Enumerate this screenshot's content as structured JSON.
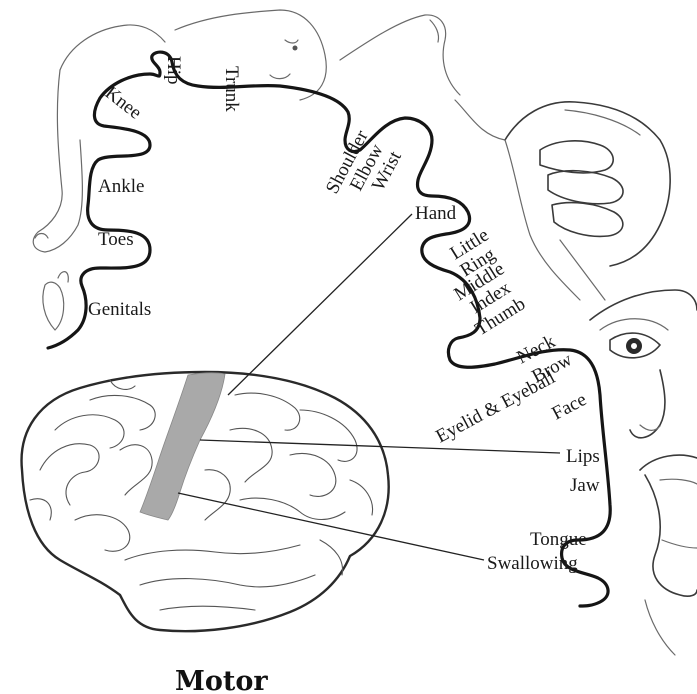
{
  "title": "Motor",
  "labels": {
    "hip": "Hip",
    "trunk": "Trunk",
    "knee": "Knee",
    "ankle": "Ankle",
    "toes": "Toes",
    "genitals": "Genitals",
    "shoulder": "Shoulder",
    "elbow": "Elbow",
    "wrist": "Wrist",
    "hand": "Hand",
    "little": "Little",
    "ring": "Ring",
    "middle": "Middle",
    "index": "Index",
    "thumb": "Thumb",
    "neck": "Neck",
    "brow": "Brow",
    "eyelid_eyeball": "Eyelid & Eyeball",
    "face": "Face",
    "lips": "Lips",
    "jaw": "Jaw",
    "tongue": "Tongue",
    "swallowing": "Swallowing"
  },
  "colors": {
    "motor_cortex_highlight": "#a9a9a9",
    "outline": "#151515"
  }
}
